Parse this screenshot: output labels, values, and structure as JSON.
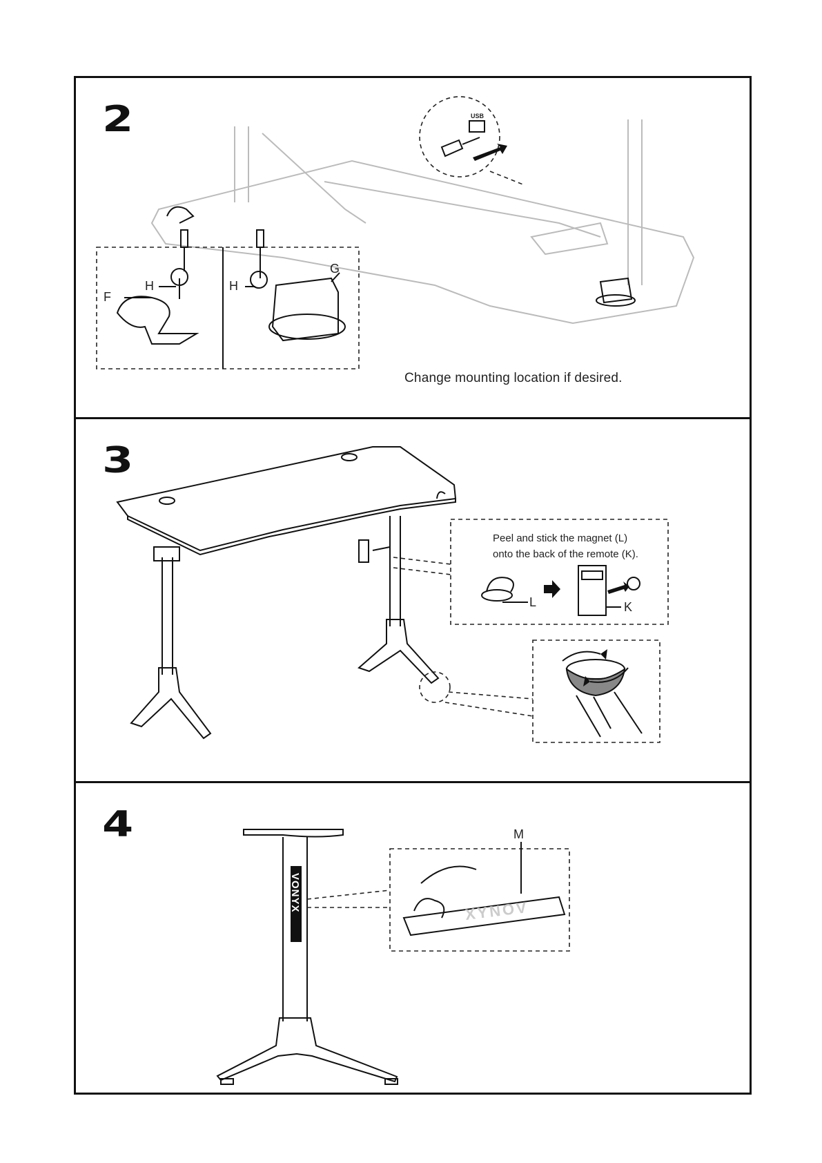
{
  "steps": [
    {
      "number": "2",
      "caption": "Change mounting location if desired.",
      "part_labels": [
        "F",
        "H",
        "H",
        "G"
      ],
      "usb_label": "USB"
    },
    {
      "number": "3",
      "caption_lines": [
        "Peel and stick the magnet (L)",
        "onto the back of the remote (K)."
      ],
      "part_labels": [
        "L",
        "K"
      ]
    },
    {
      "number": "4",
      "part_labels": [
        "M"
      ],
      "brand": "VONYX"
    }
  ]
}
